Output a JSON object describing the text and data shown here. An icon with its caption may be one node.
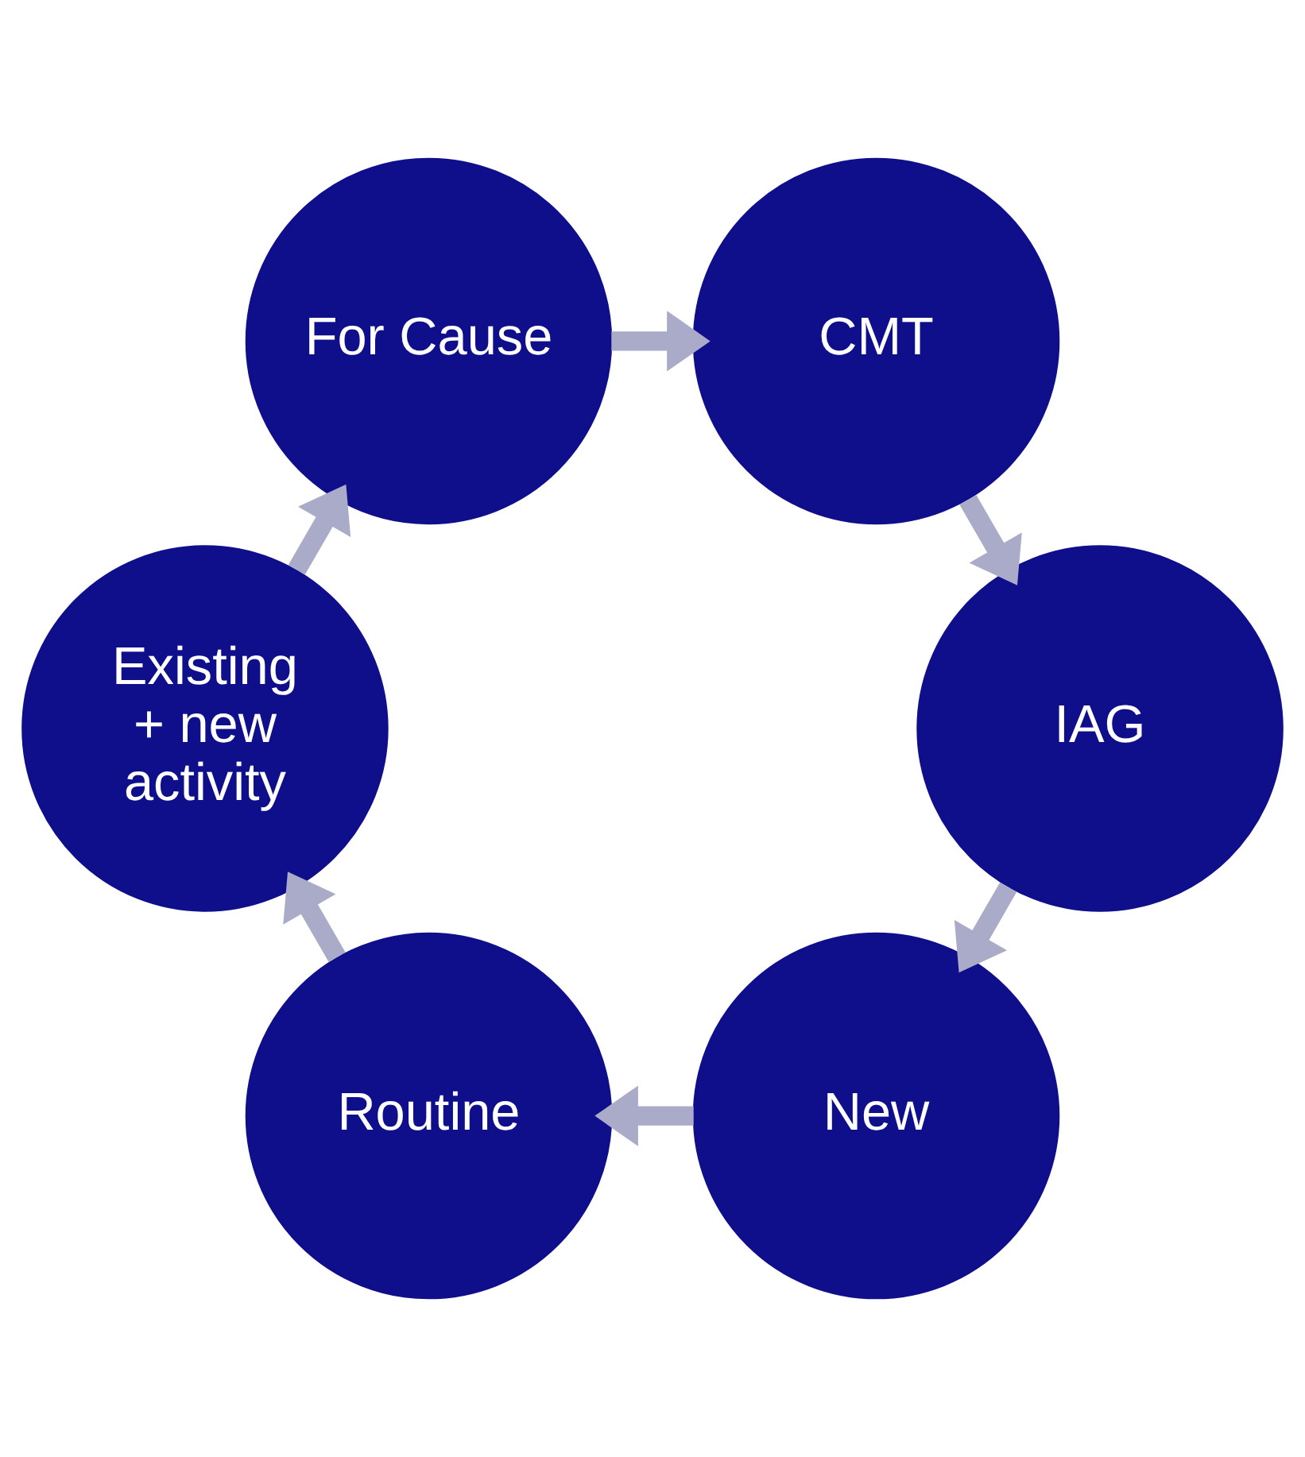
{
  "diagram": {
    "nodes": [
      {
        "text": [
          "New"
        ]
      },
      {
        "text": [
          "Routine"
        ]
      },
      {
        "text": [
          "Existing + new activity"
        ]
      },
      {
        "text": [
          "For Cause"
        ]
      },
      {
        "text": [
          "CMT"
        ]
      },
      {
        "text": [
          "IAG"
        ]
      }
    ],
    "edges": [
      {
        "from": 0,
        "to": 1,
        "arrow": "to"
      },
      {
        "from": 1,
        "to": 2,
        "arrow": "to"
      },
      {
        "from": 2,
        "to": 3,
        "arrow": "to"
      },
      {
        "from": 3,
        "to": 4,
        "arrow": "to"
      },
      {
        "from": 4,
        "to": 5,
        "arrow": "to"
      },
      {
        "from": 5,
        "to": 0,
        "arrow": "to"
      }
    ]
  }
}
